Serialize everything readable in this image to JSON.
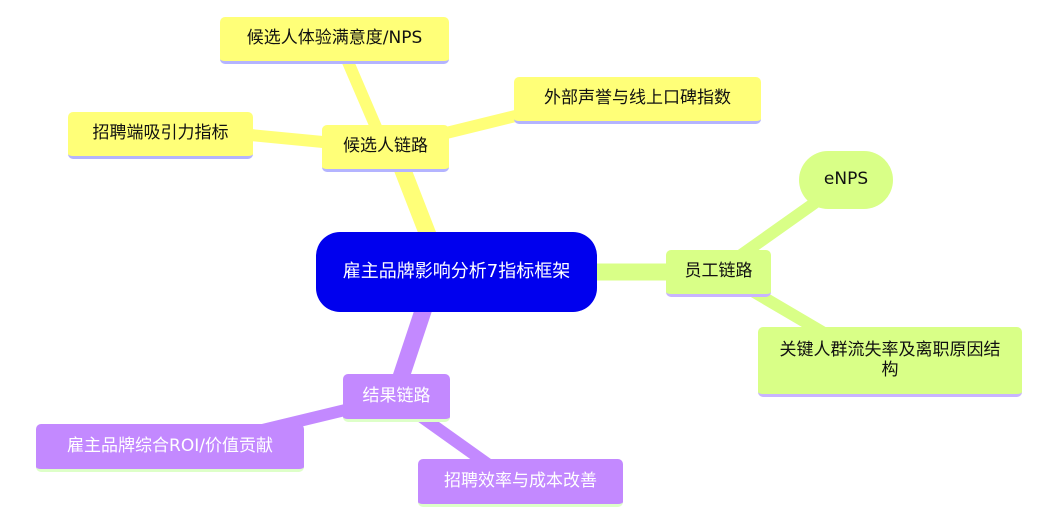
{
  "root": {
    "label": "雇主品牌影响分析7指标框架"
  },
  "branches": [
    {
      "label": "候选人链路",
      "color": "#ffff78",
      "children": [
        "候选人体验满意度/NPS",
        "外部声誉与线上口碑指数",
        "招聘端吸引力指标"
      ]
    },
    {
      "label": "员工链路",
      "color": "#d9ff87",
      "children": [
        "eNPS",
        "关键人群流失率及离职原因结构"
      ]
    },
    {
      "label": "结果链路",
      "color": "#c389ff",
      "children": [
        "雇主品牌综合ROI/价值贡献",
        "招聘效率与成本改善"
      ]
    }
  ]
}
